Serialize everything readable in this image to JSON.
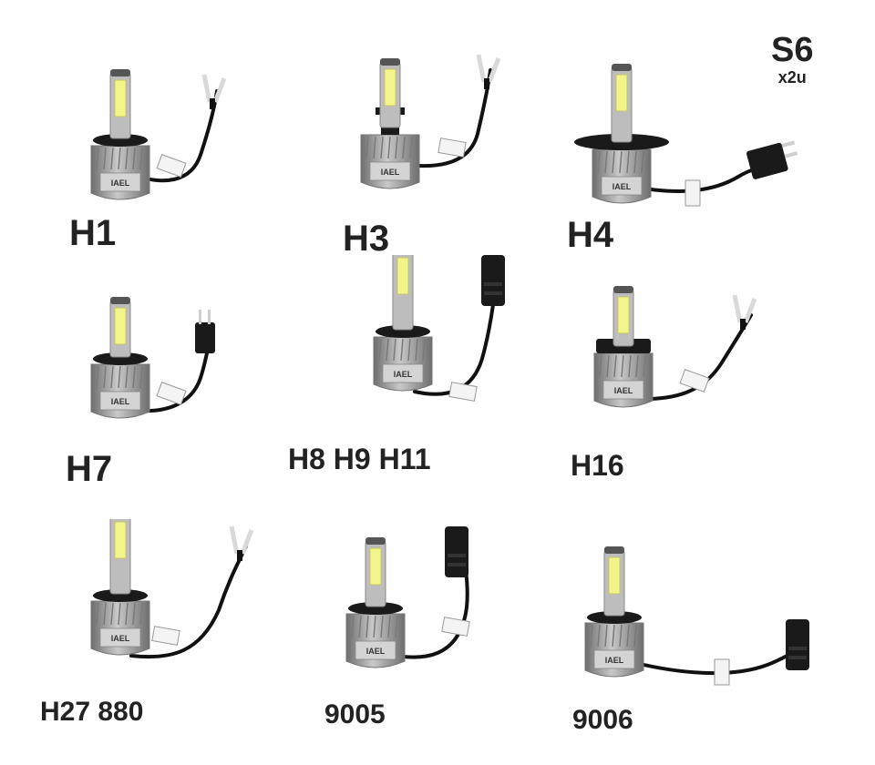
{
  "badge": {
    "model": "S6",
    "quantity": "x2u"
  },
  "bulb_brand": "IAEL",
  "colors": {
    "background": "#ffffff",
    "label_text": "#222222",
    "heatsink": "#9a9a9a",
    "heatsink_dark": "#6e6e6e",
    "led_chip": "#f2f58a",
    "cable": "#111111",
    "collar": "#1a1a1a"
  },
  "bulbs": [
    {
      "type": "H1",
      "base": "h1",
      "connector": "wires"
    },
    {
      "type": "H3",
      "base": "h3",
      "connector": "wires"
    },
    {
      "type": "H4",
      "base": "h4",
      "connector": "plug3"
    },
    {
      "type": "H7",
      "base": "h7",
      "connector": "plug2"
    },
    {
      "type": "H8 H9 H11",
      "base": "h11",
      "connector": "socket"
    },
    {
      "type": "H16",
      "base": "h16",
      "connector": "wires"
    },
    {
      "type": "H27 880",
      "base": "h27",
      "connector": "wires"
    },
    {
      "type": "9005",
      "base": "9005",
      "connector": "socket"
    },
    {
      "type": "9006",
      "base": "9006",
      "connector": "socket"
    }
  ]
}
